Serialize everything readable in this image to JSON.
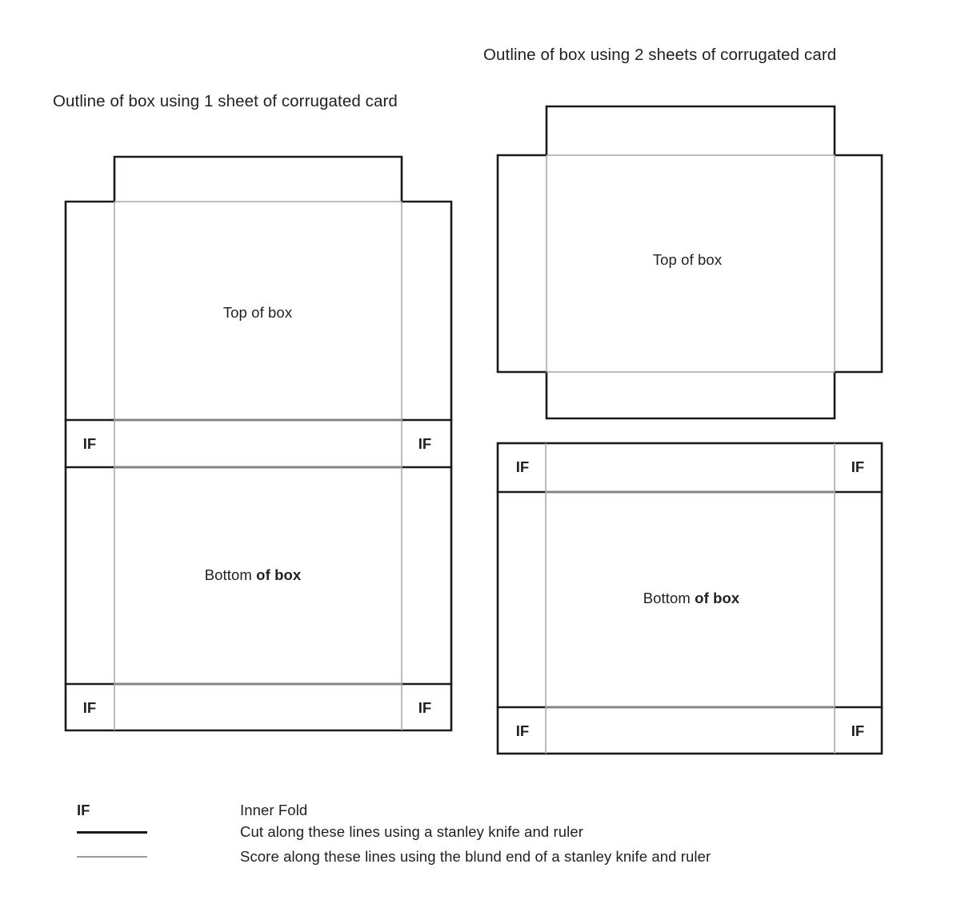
{
  "figure": {
    "titles": {
      "one_sheet": "Outline of box using 1 sheet of corrugated card",
      "two_sheets": "Outline of box using 2 sheets of corrugated card"
    },
    "labels": {
      "top_of_box_lead": "Top ",
      "top_of_box_tail": "of box",
      "top_of_box_full": "Top of box",
      "bottom_of_box_lead": "Bottom ",
      "bottom_of_box_tail": "of box",
      "bottom_of_box_full": "Bottom of box",
      "inner_fold_abbrev": "IF"
    },
    "legend": {
      "rows": [
        {
          "key": "IF",
          "key_type": "text",
          "text": "Inner Fold"
        },
        {
          "key": "cut-line-sample",
          "key_type": "line-cut",
          "text": "Cut along these lines using a stanley knife and ruler"
        },
        {
          "key": "score-line-sample",
          "key_type": "line-score",
          "text": "Score along these lines using the blund end of a stanley knife and ruler"
        }
      ]
    },
    "colors": {
      "cut_line": "#1a1a1a",
      "score_line": "#a6a6a6",
      "text": "#231f20",
      "background": "#ffffff"
    },
    "one_sheet_diagram": {
      "description": "Single-sheet net: top flap notch, Top of box panel, Bottom of box panel, four inner-fold corner tabs",
      "inner_fold_count": 4,
      "panels": [
        "Top of box",
        "Bottom of box"
      ]
    },
    "two_sheets_diagram": {
      "top_piece": {
        "description": "Cross / plus shaped net with four flaps",
        "panel": "Top of box",
        "inner_fold_count": 0
      },
      "bottom_piece": {
        "description": "Rectangular net with four inner-fold corner tabs",
        "panel": "Bottom of box",
        "inner_fold_count": 4
      }
    }
  }
}
